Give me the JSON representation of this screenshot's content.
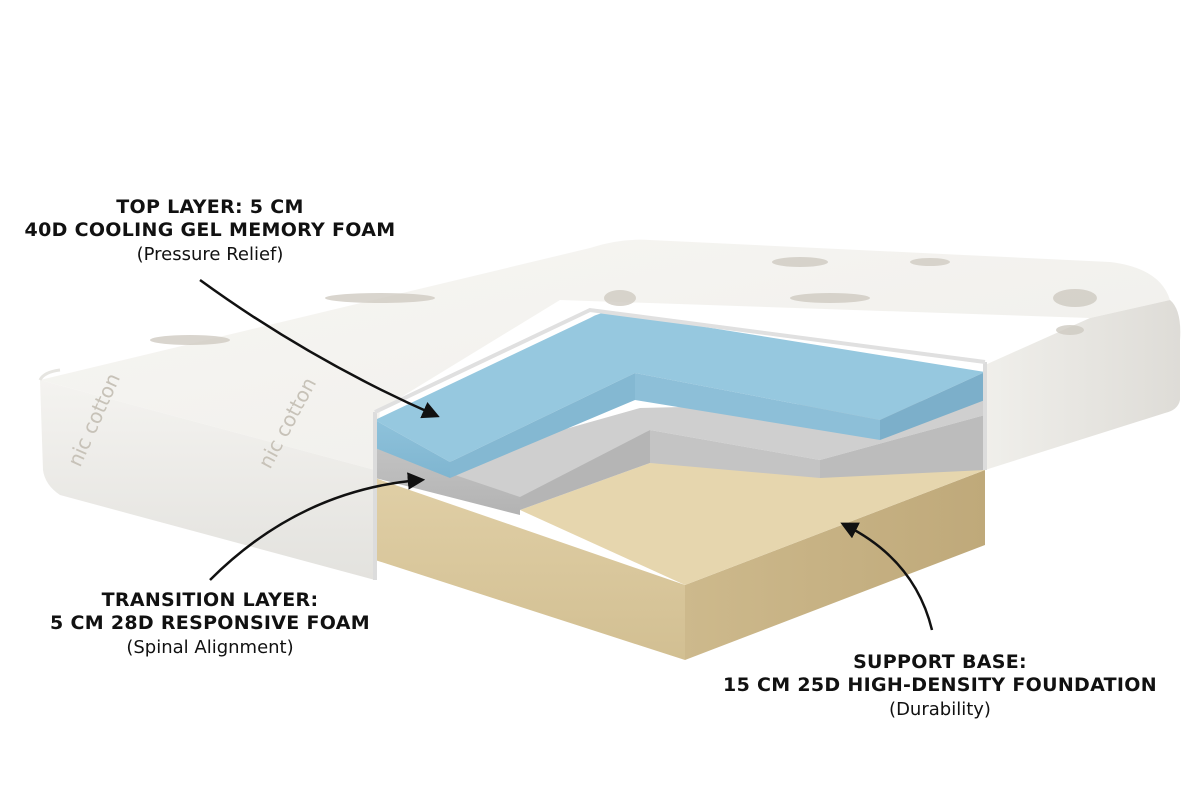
{
  "layers": [
    {
      "title": "TOP LAYER: 5 CM",
      "spec": "40D COOLING GEL MEMORY FOAM",
      "benefit": "(Pressure Relief)",
      "color": "#8fc3dc"
    },
    {
      "title": "TRANSITION LAYER:",
      "spec": "5 CM 28D RESPONSIVE FOAM",
      "benefit": "(Spinal Alignment)",
      "color": "#bdbdbd"
    },
    {
      "title": "SUPPORT BASE:",
      "spec": "15 CM 25D HIGH-DENSITY FOUNDATION",
      "benefit": "(Durability)",
      "color": "#dccaa0"
    }
  ],
  "cover": {
    "print_text": "nic cotton",
    "color": "#f2f1ee"
  }
}
